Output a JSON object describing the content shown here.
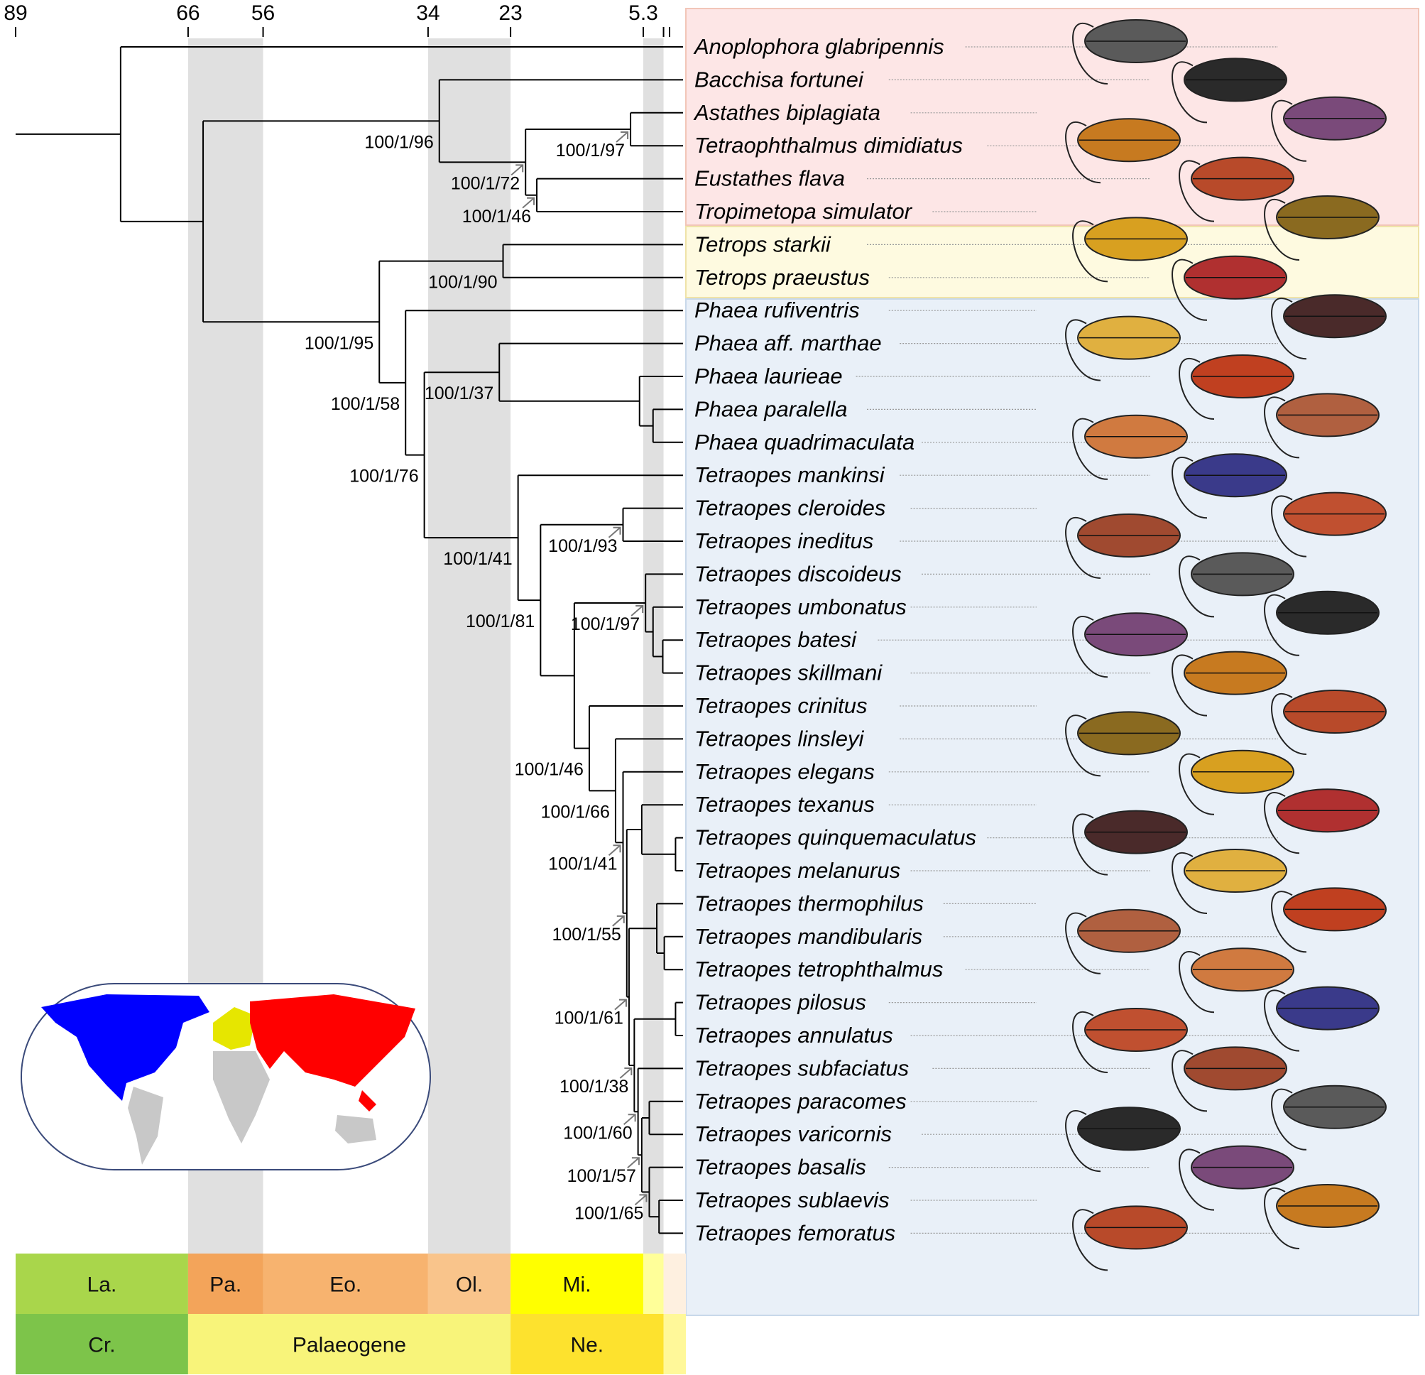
{
  "timescale": {
    "min_ma": 0,
    "max_ma": 89,
    "ticks": [
      "89",
      "66",
      "56",
      "34",
      "23",
      "5.3"
    ],
    "shaded_bands_ma": [
      [
        56,
        66
      ],
      [
        23,
        34
      ],
      [
        2.6,
        5.3
      ]
    ]
  },
  "taxa": [
    {
      "name": "Anoplophora glabripennis",
      "group": "pink"
    },
    {
      "name": "Bacchisa fortunei",
      "group": "pink"
    },
    {
      "name": "Astathes biplagiata",
      "group": "pink"
    },
    {
      "name": "Tetraophthalmus dimidiatus",
      "group": "pink"
    },
    {
      "name": "Eustathes flava",
      "group": "pink"
    },
    {
      "name": "Tropimetopa simulator",
      "group": "pink"
    },
    {
      "name": "Tetrops starkii",
      "group": "yellow"
    },
    {
      "name": "Tetrops praeustus",
      "group": "yellow"
    },
    {
      "name": "Phaea rufiventris",
      "group": "blue"
    },
    {
      "name": "Phaea aff. marthae",
      "group": "blue"
    },
    {
      "name": "Phaea laurieae",
      "group": "blue"
    },
    {
      "name": "Phaea paralella",
      "group": "blue"
    },
    {
      "name": "Phaea quadrimaculata",
      "group": "blue"
    },
    {
      "name": "Tetraopes mankinsi",
      "group": "blue"
    },
    {
      "name": "Tetraopes cleroides",
      "group": "blue"
    },
    {
      "name": "Tetraopes ineditus",
      "group": "blue"
    },
    {
      "name": "Tetraopes discoideus",
      "group": "blue"
    },
    {
      "name": "Tetraopes umbonatus",
      "group": "blue"
    },
    {
      "name": "Tetraopes batesi",
      "group": "blue"
    },
    {
      "name": "Tetraopes skillmani",
      "group": "blue"
    },
    {
      "name": "Tetraopes crinitus",
      "group": "blue"
    },
    {
      "name": "Tetraopes linsleyi",
      "group": "blue"
    },
    {
      "name": "Tetraopes elegans",
      "group": "blue"
    },
    {
      "name": "Tetraopes texanus",
      "group": "blue"
    },
    {
      "name": "Tetraopes quinquemaculatus",
      "group": "blue"
    },
    {
      "name": "Tetraopes melanurus",
      "group": "blue"
    },
    {
      "name": "Tetraopes thermophilus",
      "group": "blue"
    },
    {
      "name": "Tetraopes mandibularis",
      "group": "blue"
    },
    {
      "name": "Tetraopes tetrophthalmus",
      "group": "blue"
    },
    {
      "name": "Tetraopes pilosus",
      "group": "blue"
    },
    {
      "name": "Tetraopes annulatus",
      "group": "blue"
    },
    {
      "name": "Tetraopes subfaciatus",
      "group": "blue"
    },
    {
      "name": "Tetraopes paracomes",
      "group": "blue"
    },
    {
      "name": "Tetraopes varicornis",
      "group": "blue"
    },
    {
      "name": "Tetraopes basalis",
      "group": "blue"
    },
    {
      "name": "Tetraopes sublaevis",
      "group": "blue"
    },
    {
      "name": "Tetraopes femoratus",
      "group": "blue"
    }
  ],
  "nodes": [
    {
      "id": "n1",
      "age_ma": 75.0,
      "children": [
        "n2",
        "t0"
      ]
    },
    {
      "id": "n2",
      "age_ma": 64.0,
      "children": [
        "n3",
        "n8"
      ]
    },
    {
      "id": "n3",
      "age_ma": 32.5,
      "children": [
        "t1",
        "n4"
      ],
      "support": "100/1/96"
    },
    {
      "id": "n4",
      "age_ma": 21.0,
      "children": [
        "n5",
        "n6"
      ],
      "support": "100/1/72"
    },
    {
      "id": "n5",
      "age_ma": 7.0,
      "children": [
        "t2",
        "t3"
      ],
      "support": "100/1/97"
    },
    {
      "id": "n6",
      "age_ma": 19.5,
      "children": [
        "t4",
        "t5"
      ],
      "support": "100/1/46"
    },
    {
      "id": "n8",
      "age_ma": 40.5,
      "children": [
        "n9",
        "n10"
      ],
      "support": "100/1/95"
    },
    {
      "id": "n9",
      "age_ma": 24.0,
      "children": [
        "t6",
        "t7"
      ],
      "support": "100/1/90"
    },
    {
      "id": "n10",
      "age_ma": 37.0,
      "children": [
        "t8",
        "n11"
      ],
      "support": "100/1/58"
    },
    {
      "id": "n11",
      "age_ma": 34.5,
      "children": [
        "n12",
        "n14"
      ],
      "support": "100/1/76"
    },
    {
      "id": "n12",
      "age_ma": 24.5,
      "children": [
        "t9",
        "n13"
      ],
      "support": "100/1/37"
    },
    {
      "id": "n13",
      "age_ma": 5.8,
      "children": [
        "t10",
        "n13b"
      ]
    },
    {
      "id": "n13b",
      "age_ma": 4.0,
      "children": [
        "t11",
        "t12"
      ]
    },
    {
      "id": "n14",
      "age_ma": 22.0,
      "children": [
        "t13",
        "n15"
      ],
      "support": "100/1/41"
    },
    {
      "id": "n15",
      "age_ma": 19.0,
      "children": [
        "n16",
        "n17"
      ],
      "support": "100/1/81"
    },
    {
      "id": "n16",
      "age_ma": 8.0,
      "children": [
        "t14",
        "t15"
      ],
      "support": "100/1/93"
    },
    {
      "id": "n17",
      "age_ma": 14.5,
      "children": [
        "n18",
        "n20"
      ]
    },
    {
      "id": "n18",
      "age_ma": 5.0,
      "children": [
        "t16",
        "n18b"
      ],
      "support": "100/1/97"
    },
    {
      "id": "n18b",
      "age_ma": 4.0,
      "children": [
        "t17",
        "n19"
      ]
    },
    {
      "id": "n19",
      "age_ma": 2.7,
      "children": [
        "t18",
        "t19"
      ]
    },
    {
      "id": "n20",
      "age_ma": 12.5,
      "children": [
        "t20",
        "n21"
      ],
      "support": "100/1/46"
    },
    {
      "id": "n21",
      "age_ma": 9.0,
      "children": [
        "t21",
        "n22"
      ],
      "support": "100/1/66"
    },
    {
      "id": "n22",
      "age_ma": 8.0,
      "children": [
        "t22",
        "n23"
      ],
      "support": "100/1/41"
    },
    {
      "id": "n23",
      "age_ma": 7.5,
      "children": [
        "n24",
        "n26"
      ],
      "support": "100/1/55"
    },
    {
      "id": "n24",
      "age_ma": 5.5,
      "children": [
        "t23",
        "n25"
      ]
    },
    {
      "id": "n25",
      "age_ma": 1.0,
      "children": [
        "t24",
        "t25"
      ]
    },
    {
      "id": "n26",
      "age_ma": 7.2,
      "children": [
        "n27",
        "n29"
      ],
      "support": "100/1/61"
    },
    {
      "id": "n27",
      "age_ma": 3.5,
      "children": [
        "t26",
        "n28"
      ]
    },
    {
      "id": "n28",
      "age_ma": 2.5,
      "children": [
        "t27",
        "t28"
      ]
    },
    {
      "id": "n29",
      "age_ma": 6.5,
      "children": [
        "n30",
        "n31"
      ],
      "support": "100/1/38"
    },
    {
      "id": "n30",
      "age_ma": 1.0,
      "children": [
        "t29",
        "t30"
      ]
    },
    {
      "id": "n31",
      "age_ma": 6.0,
      "children": [
        "t31",
        "n32"
      ],
      "support": "100/1/60"
    },
    {
      "id": "n32",
      "age_ma": 5.5,
      "children": [
        "n33",
        "n34"
      ],
      "support": "100/1/57"
    },
    {
      "id": "n33",
      "age_ma": 4.5,
      "children": [
        "t32",
        "t33"
      ]
    },
    {
      "id": "n34",
      "age_ma": 4.5,
      "children": [
        "t34",
        "n35"
      ],
      "support": "100/1/65"
    },
    {
      "id": "n35",
      "age_ma": 3.2,
      "children": [
        "t35",
        "t36"
      ]
    }
  ],
  "root_stem_ma": 89,
  "epochs": [
    {
      "label": "La.",
      "from_ma": 89,
      "to_ma": 66,
      "color": "#a9d64b"
    },
    {
      "label": "Pa.",
      "from_ma": 66,
      "to_ma": 56,
      "color": "#f3a45a"
    },
    {
      "label": "Eo.",
      "from_ma": 56,
      "to_ma": 34,
      "color": "#f7b36f"
    },
    {
      "label": "Ol.",
      "from_ma": 34,
      "to_ma": 23,
      "color": "#f9c48b"
    },
    {
      "label": "Mi.",
      "from_ma": 23,
      "to_ma": 5.3,
      "color": "#ffff00"
    },
    {
      "label": "",
      "from_ma": 5.3,
      "to_ma": 2.6,
      "color": "#ffff99"
    },
    {
      "label": "",
      "from_ma": 2.6,
      "to_ma": 0,
      "color": "#fef0e0"
    }
  ],
  "periods": [
    {
      "label": "Cr.",
      "from_ma": 89,
      "to_ma": 66,
      "color": "#7dc44a"
    },
    {
      "label": "Palaeogene",
      "from_ma": 66,
      "to_ma": 23,
      "color": "#f8f47a"
    },
    {
      "label": "Ne.",
      "from_ma": 23,
      "to_ma": 2.6,
      "color": "#fde22e"
    },
    {
      "label": "",
      "from_ma": 2.6,
      "to_ma": 0,
      "color": "#fff899"
    }
  ],
  "group_colors": {
    "pink": "#fde6e6",
    "yellow": "#fefae0",
    "blue": "#e9f0f8"
  },
  "map": {
    "regions": [
      {
        "name": "north-america",
        "color": "#0000ff"
      },
      {
        "name": "europe",
        "color": "#e6e600"
      },
      {
        "name": "asia",
        "color": "#ff0000"
      },
      {
        "name": "southern-continents",
        "color": "#c8c8c8"
      }
    ]
  }
}
